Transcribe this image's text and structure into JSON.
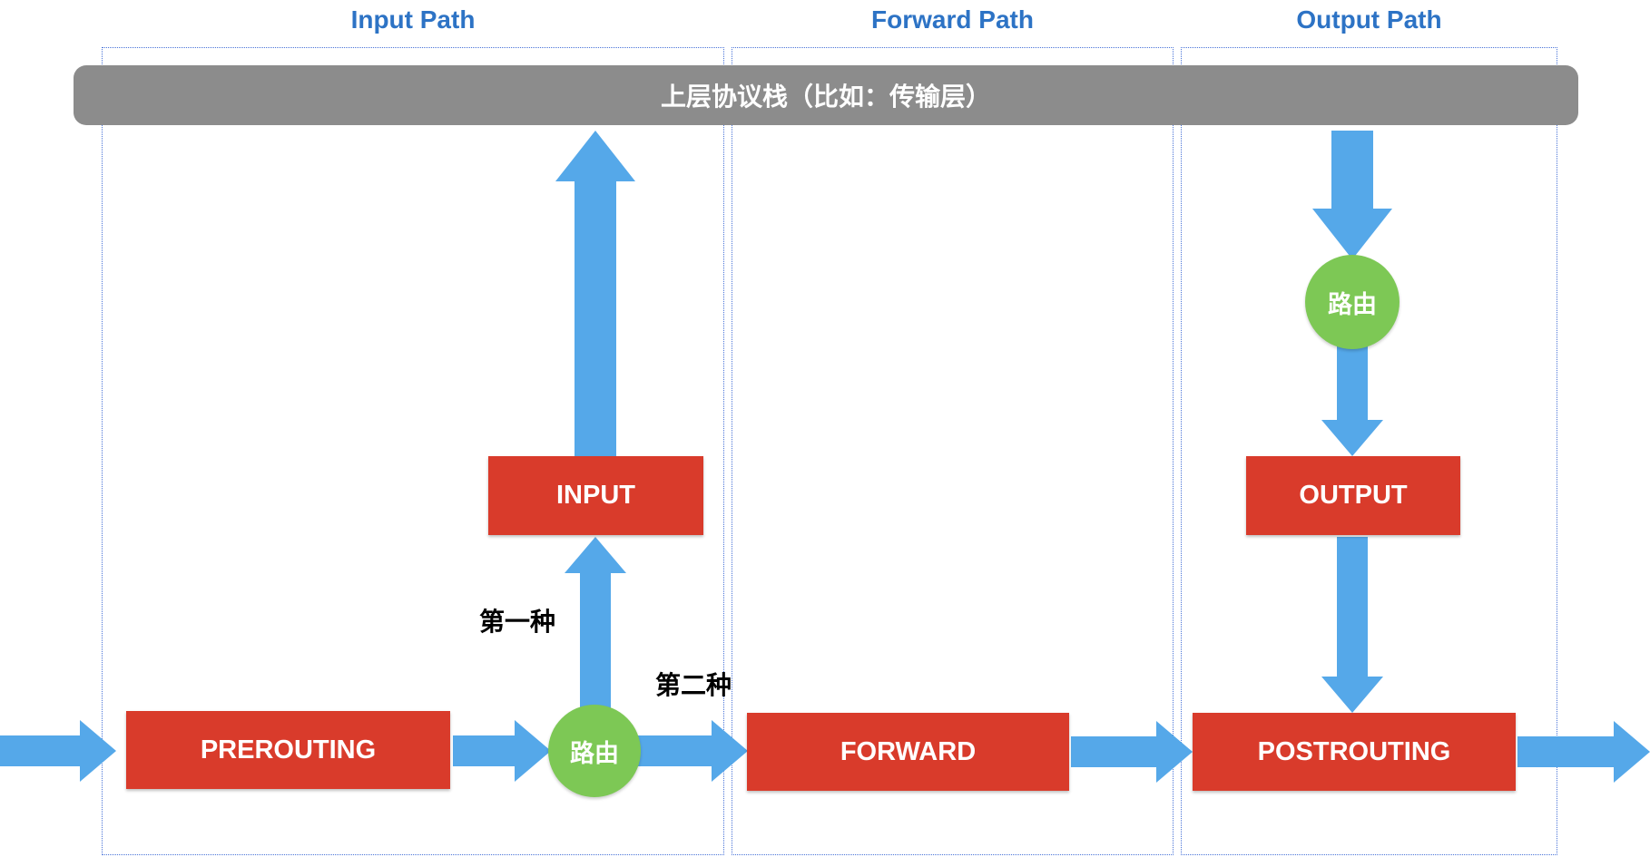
{
  "titles": {
    "input_path": "Input Path",
    "forward_path": "Forward Path",
    "output_path": "Output Path"
  },
  "protocol_stack_label": "上层协议栈（比如：传输层）",
  "chains": {
    "prerouting": "PREROUTING",
    "input": "INPUT",
    "forward": "FORWARD",
    "output": "OUTPUT",
    "postrouting": "POSTROUTING"
  },
  "route_nodes": {
    "bottom": "路由",
    "top": "路由"
  },
  "annotations": {
    "first": "第一种",
    "second": "第二种"
  },
  "colors": {
    "arrow": "#55A8E9",
    "red_box": "#D93B2B",
    "green_circle": "#7DC855",
    "gray_bar": "#8C8C8C",
    "title_blue": "#2D73C5",
    "dotted_border": "#4A74D8",
    "annotation_black": "#000000"
  }
}
